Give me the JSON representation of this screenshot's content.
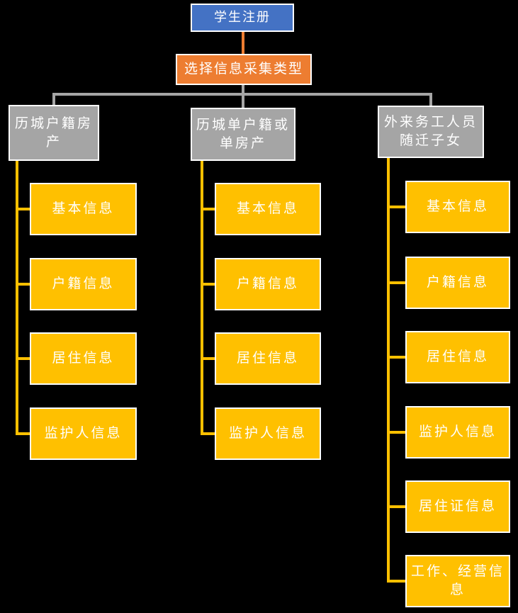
{
  "chart": {
    "root": "学生注册",
    "selector": "选择信息采集类型",
    "branches": [
      {
        "label": "历城户籍房产",
        "children": [
          "基本信息",
          "户籍信息",
          "居住信息",
          "监护人信息"
        ]
      },
      {
        "label": "历城单户籍或单房产",
        "children": [
          "基本信息",
          "户籍信息",
          "居住信息",
          "监护人信息"
        ]
      },
      {
        "label": "外来务工人员随迁子女",
        "children": [
          "基本信息",
          "户籍信息",
          "居住信息",
          "监护人信息",
          "居住证信息",
          "工作、经营信息"
        ]
      }
    ]
  },
  "colors": {
    "background": "#000000",
    "root_fill": "#4472C4",
    "selector_fill": "#ED7D31",
    "branch_fill": "#A5A5A5",
    "child_fill": "#FFC000",
    "connector_root_selector": "#ED7D31",
    "connector_branches": "#A5A5A5",
    "connector_children": "#FFC000",
    "box_border": "#FFFFFF",
    "text": "#FFFFFF"
  }
}
